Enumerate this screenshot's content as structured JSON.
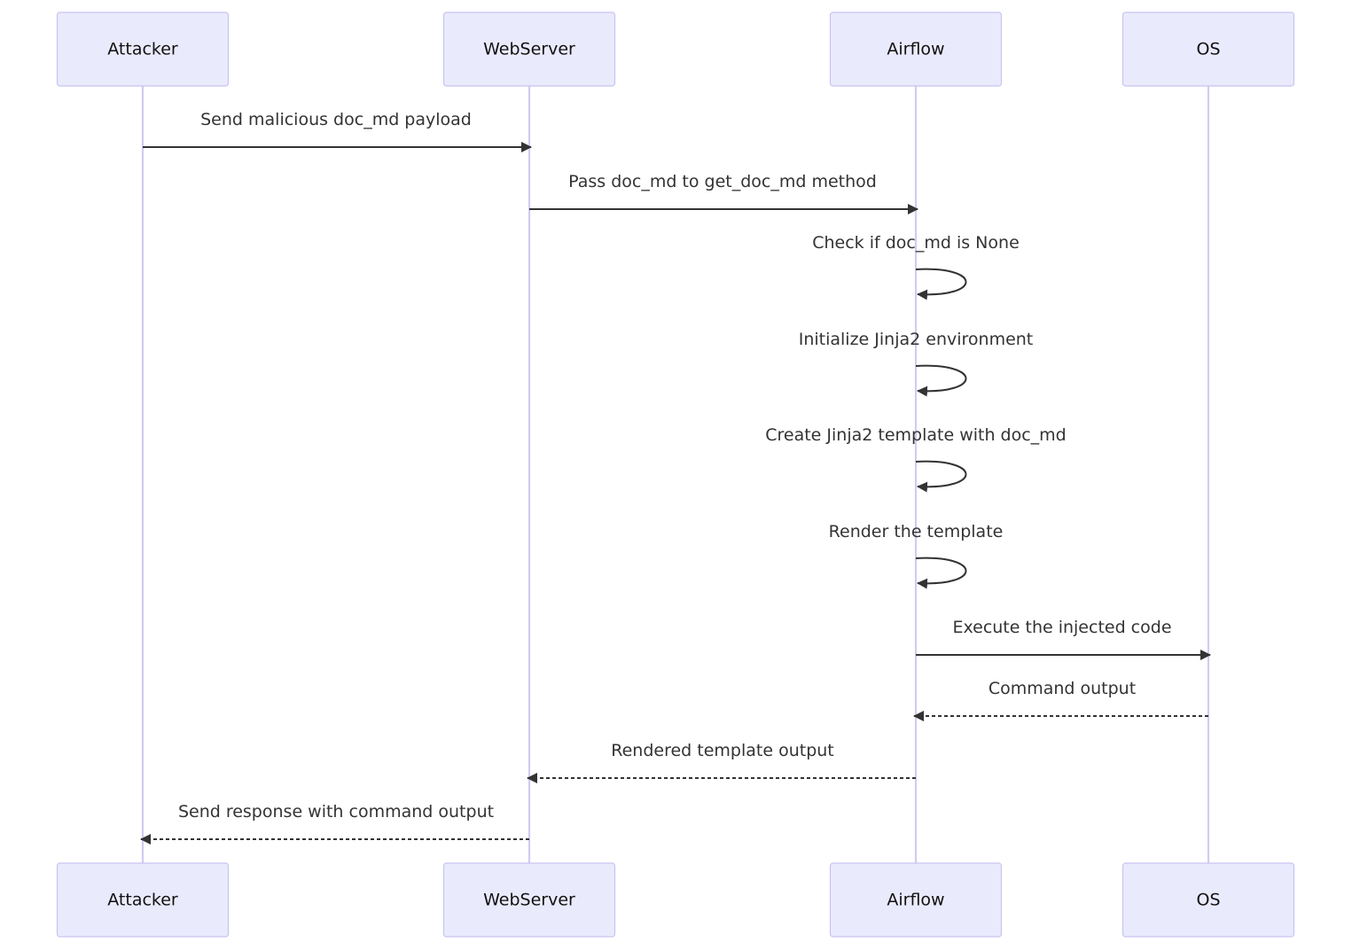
{
  "diagram": {
    "type": "sequence",
    "colors": {
      "actor_fill": "#eaeafd",
      "actor_border": "#c8c4f0",
      "lifeline": "#d2cbf2",
      "message": "#333333"
    },
    "participants": [
      {
        "id": "attacker",
        "label": "Attacker"
      },
      {
        "id": "webserver",
        "label": "WebServer"
      },
      {
        "id": "airflow",
        "label": "Airflow"
      },
      {
        "id": "os",
        "label": "OS"
      }
    ],
    "messages": [
      {
        "from": "attacker",
        "to": "webserver",
        "label": "Send malicious doc_md payload",
        "style": "solid"
      },
      {
        "from": "webserver",
        "to": "airflow",
        "label": "Pass doc_md to get_doc_md method",
        "style": "solid"
      },
      {
        "from": "airflow",
        "to": "airflow",
        "label": "Check if doc_md is None",
        "style": "solid"
      },
      {
        "from": "airflow",
        "to": "airflow",
        "label": "Initialize Jinja2 environment",
        "style": "solid"
      },
      {
        "from": "airflow",
        "to": "airflow",
        "label": "Create Jinja2 template with doc_md",
        "style": "solid"
      },
      {
        "from": "airflow",
        "to": "airflow",
        "label": "Render the template",
        "style": "solid"
      },
      {
        "from": "airflow",
        "to": "os",
        "label": "Execute the injected code",
        "style": "solid"
      },
      {
        "from": "os",
        "to": "airflow",
        "label": "Command output",
        "style": "dashed"
      },
      {
        "from": "airflow",
        "to": "webserver",
        "label": "Rendered template output",
        "style": "dashed"
      },
      {
        "from": "webserver",
        "to": "attacker",
        "label": "Send response with command output",
        "style": "dashed"
      }
    ]
  }
}
